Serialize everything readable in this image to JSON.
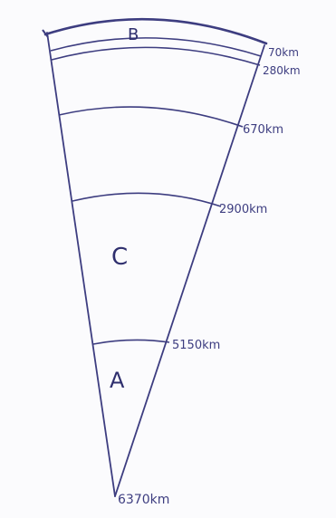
{
  "diagram": {
    "region_labels": {
      "b": "B",
      "c": "C",
      "a": "A"
    },
    "depth_labels": {
      "d70": "70km",
      "d280": "280km",
      "d670": "670km",
      "d2900": "2900km",
      "d5150": "5150km",
      "d6370": "6370km"
    },
    "colors": {
      "ink": "#3d3d80",
      "paper": "#fbfbfd"
    }
  }
}
